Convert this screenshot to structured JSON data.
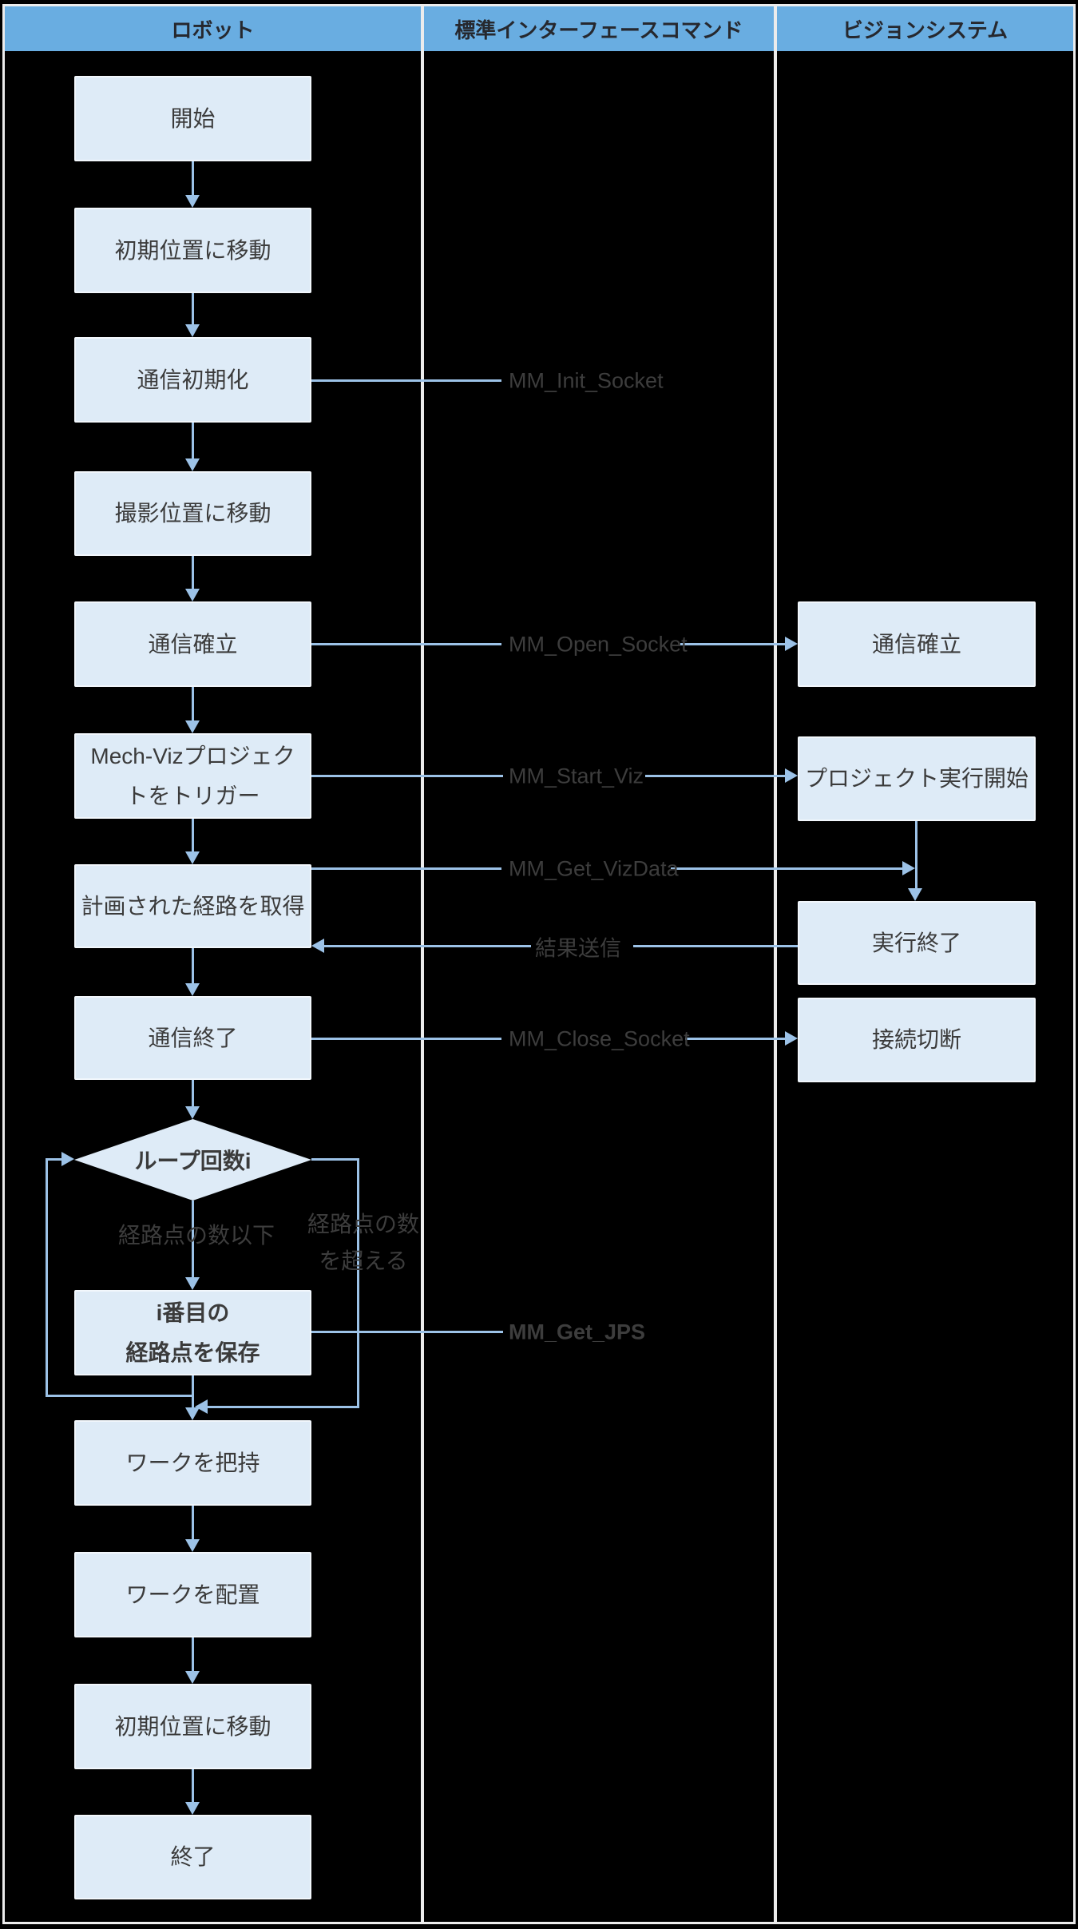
{
  "lanes": {
    "robot": "ロボット",
    "command": "標準インターフェースコマンド",
    "vision": "ビジョンシステム"
  },
  "nodes": {
    "start": "開始",
    "move_initial": "初期位置に移動",
    "init_comm": "通信初期化",
    "move_capture": "撮影位置に移動",
    "establish_comm": "通信確立",
    "trigger_viz_1": "Mech-Vizプロジェク",
    "trigger_viz_2": "トをトリガー",
    "get_path": "計画された経路を取得",
    "close_comm": "通信終了",
    "loop_count": "ループ回数i",
    "save_wp_1": "i番目の",
    "save_wp_2": "経路点を保存",
    "grasp": "ワークを把持",
    "place": "ワークを配置",
    "move_initial_2": "初期位置に移動",
    "end": "終了",
    "vision_establish": "通信確立",
    "vision_start": "プロジェクト実行開始",
    "vision_finish": "実行終了",
    "vision_disconnect": "接続切断"
  },
  "commands": {
    "init_socket": "MM_Init_Socket",
    "open_socket": "MM_Open_Socket",
    "start_viz": "MM_Start_Viz",
    "get_vizdata": "MM_Get_VizData",
    "send_result": "結果送信",
    "close_socket": "MM_Close_Socket",
    "get_jps": "MM_Get_JPS"
  },
  "branches": {
    "within": "経路点の数以下",
    "exceed_1": "経路点の数",
    "exceed_2": "を超える"
  },
  "colors": {
    "bg": "#000000",
    "grid": "#ECECEC",
    "header_fill": "#69ADE1",
    "header_text": "#26282E",
    "node_fill": "#DEEBF7",
    "node_edge": "#F2F7FC",
    "node_text": "#3B3B3B",
    "line": "#9CC2E7",
    "label_text": "#3D3D3D"
  }
}
